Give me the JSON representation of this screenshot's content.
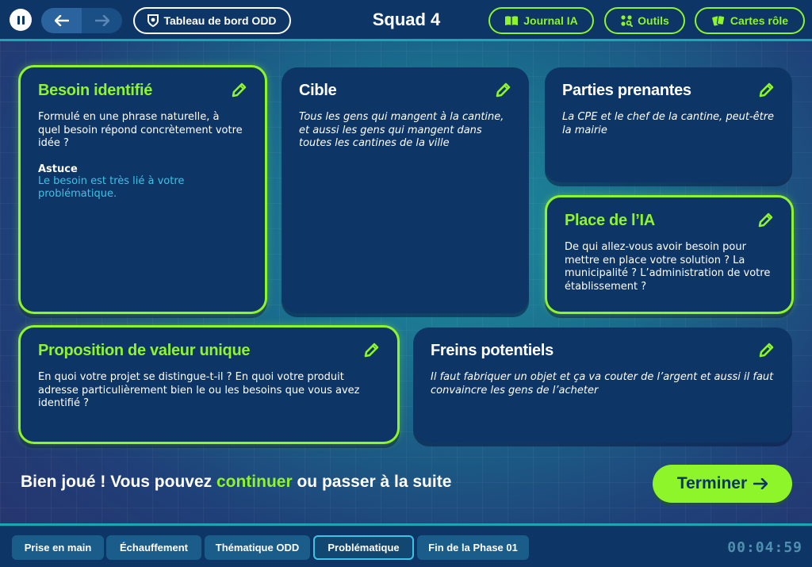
{
  "topbar": {
    "dashboard_label": "Tableau de bord ODD",
    "squad_title": "Squad 4",
    "journal_label": "Journal IA",
    "outils_label": "Outils",
    "cartes_label": "Cartes rôle"
  },
  "cards": {
    "besoin": {
      "title": "Besoin identifié",
      "text": "Formulé en une phrase naturelle, à quel besoin répond concrètement votre idée ?",
      "tip_label": "Astuce",
      "tip_text": "Le besoin est très lié à votre problématique."
    },
    "cible": {
      "title": "Cible",
      "text": "Tous les gens qui mangent à la cantine, et aussi les gens qui mangent dans toutes les cantines de la ville"
    },
    "parties": {
      "title": "Parties prenantes",
      "text": "La CPE et le chef de la cantine, peut-être la mairie"
    },
    "place": {
      "title": "Place de l’IA",
      "text": "De qui allez-vous avoir besoin pour mettre en place votre solution ? La municipalité ? L’administration de votre établissement ?"
    },
    "proposition": {
      "title": "Proposition de valeur unique",
      "text": "En quoi votre projet se distingue-t-il ? En quoi votre produit adresse particulièrement bien le ou les besoins que vous avez identifié ?"
    },
    "freins": {
      "title": "Freins potentiels",
      "text": "Il faut fabriquer un objet et ça va couter de l’argent et aussi il faut convaincre les gens de l’acheter"
    }
  },
  "footer_message": {
    "before": "Bien joué ! Vous pouvez ",
    "highlight": "continuer",
    "after": " ou passer à la suite"
  },
  "finish_label": "Terminer",
  "phases": [
    "Prise en main",
    "Échauffement",
    "Thématique ODD",
    "Problématique",
    "Fin de la Phase 01"
  ],
  "active_phase": "Problématique",
  "timer": "00:04:59",
  "colors": {
    "accent_green": "#8ef52b",
    "navy": "#0d3566",
    "tip_blue": "#3cc3e6"
  },
  "icons": {
    "pause": "pause-icon",
    "back": "arrow-left-icon",
    "forward": "arrow-right-icon",
    "dashboard": "shield-odd-icon",
    "journal": "book-icon",
    "outils": "tools-icon",
    "cartes": "cards-icon",
    "edit": "pencil-icon"
  }
}
